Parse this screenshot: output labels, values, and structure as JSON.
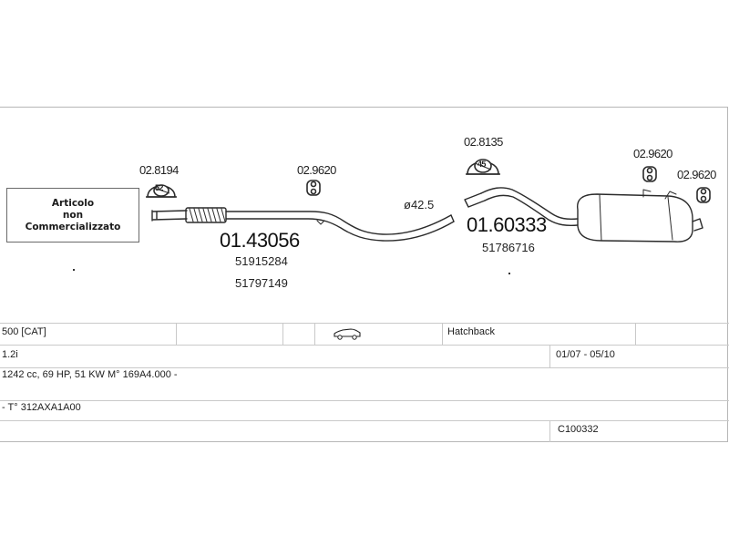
{
  "notice_box": {
    "line1": "Articolo",
    "line2": "non",
    "line3": "Commercializzato"
  },
  "clamps": {
    "front_clamp": "02.8194",
    "mid_hanger": "02.9620",
    "rear_clamp": "02.8135",
    "rear_hanger_1": "02.9620",
    "rear_hanger_2": "02.9620",
    "front_clamp_size": "52",
    "rear_clamp_size": "45"
  },
  "parts": {
    "front_pipe": {
      "number": "01.43056",
      "oe1": "51915284",
      "oe2": "51797149"
    },
    "rear_silencer": {
      "number": "01.60333",
      "oe1": "51786716"
    },
    "diameter": "ø42.5"
  },
  "vehicle": {
    "model": "500  [CAT]",
    "body_type": "Hatchback",
    "engine_size": "1.2i",
    "production": "01/07 - 05/10",
    "engine_spec": "1242 cc, 69 HP, 51 KW  M° 169A4.000 -",
    "type_code": "- T° 312AXA1A00",
    "catalog_code": "C100332"
  },
  "colors": {
    "line": "#2b2b2b",
    "border": "#b7b7b7"
  },
  "icons": {
    "car": "car-hatchback-icon"
  }
}
